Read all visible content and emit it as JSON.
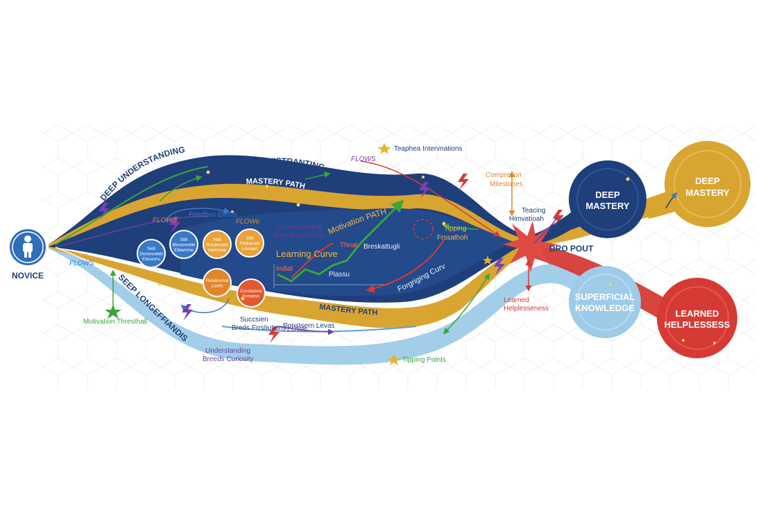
{
  "colors": {
    "navy": "#1f3f7a",
    "gold": "#d9a531",
    "sky": "#8cc3e3",
    "red": "#d63a34",
    "green": "#3aa53a",
    "purple": "#6a3fa0",
    "orange": "#e0872b",
    "blue": "#3a78c8"
  },
  "nodes": {
    "novice": "NOVICE",
    "deep_mastery_left": [
      "DEEP",
      "MASTERY"
    ],
    "deep_mastery_right": [
      "DEEP",
      "MASTERY"
    ],
    "superficial": [
      "SUPERFICIAL",
      "KNOWLEDGE"
    ],
    "learned_helplessness_node": [
      "LEARNED",
      "HELPLESSESS"
    ]
  },
  "stream_labels": {
    "deep_understanding": "DEEP UNDERSTANDING",
    "deep_uistranting": "DEEP UISTRANTING",
    "mastery_path_top": "MASTERY PATH",
    "mastery_path_bottom": "MASTERY PATH",
    "seep": "SEEP LONGEFFIANDIS",
    "motivation_path": "Motivation PATH",
    "learning_curve": "Learning Curve",
    "forgetting_curve": "Forgriging Curve"
  },
  "annotations": {
    "flows_top": "FLOWS",
    "flows_left": "FLOWS",
    "flows_mid": "FLOWe",
    "flows_far_left": "FLOWS",
    "flows_bottom": "FLOWe",
    "feedback_effects": "Feedbus Efects",
    "teacher_interventions": "Teaphea Intervnations",
    "completion_milestones": [
      "Compretion",
      "Milestones"
    ],
    "teaching_intervention": [
      "Teacing",
      "Himvatioah"
    ],
    "tipping_frustration": [
      "Tipping",
      "Frssathoh"
    ],
    "breakthrough": "Breskattugli",
    "threat": "Thnat",
    "initial": "Indial",
    "plateau": "Plassu",
    "understanding_curiosity_top": [
      "Understanding",
      "Breeds Curiosity"
    ],
    "understanding_curiosity_bottom": [
      "Understanding",
      "Breeds Curiosity"
    ],
    "success_frustration": [
      "Succsien",
      "Breds Frrstiution"
    ],
    "persistent_levels": "Ponstsern Levas",
    "dropout": "DRO POUT",
    "learned_helplessness_label": [
      "Learned",
      "Helplesseness"
    ],
    "motivation_threshold": "Motivation Thresthall",
    "tipping_points": "Tipping Points"
  },
  "skill_circles": [
    [
      "Skill",
      "Dononoded",
      "Eboonns"
    ],
    [
      "Still",
      "Moxonnelle",
      "Eblamme"
    ],
    [
      "Hell",
      "Roulessed",
      "Hemmee"
    ],
    [
      "Still",
      "Pedlamed",
      "Lowaen"
    ],
    [
      "Relatioonal",
      "Loctis"
    ],
    [
      "Crestianne",
      "Frmeme"
    ]
  ]
}
